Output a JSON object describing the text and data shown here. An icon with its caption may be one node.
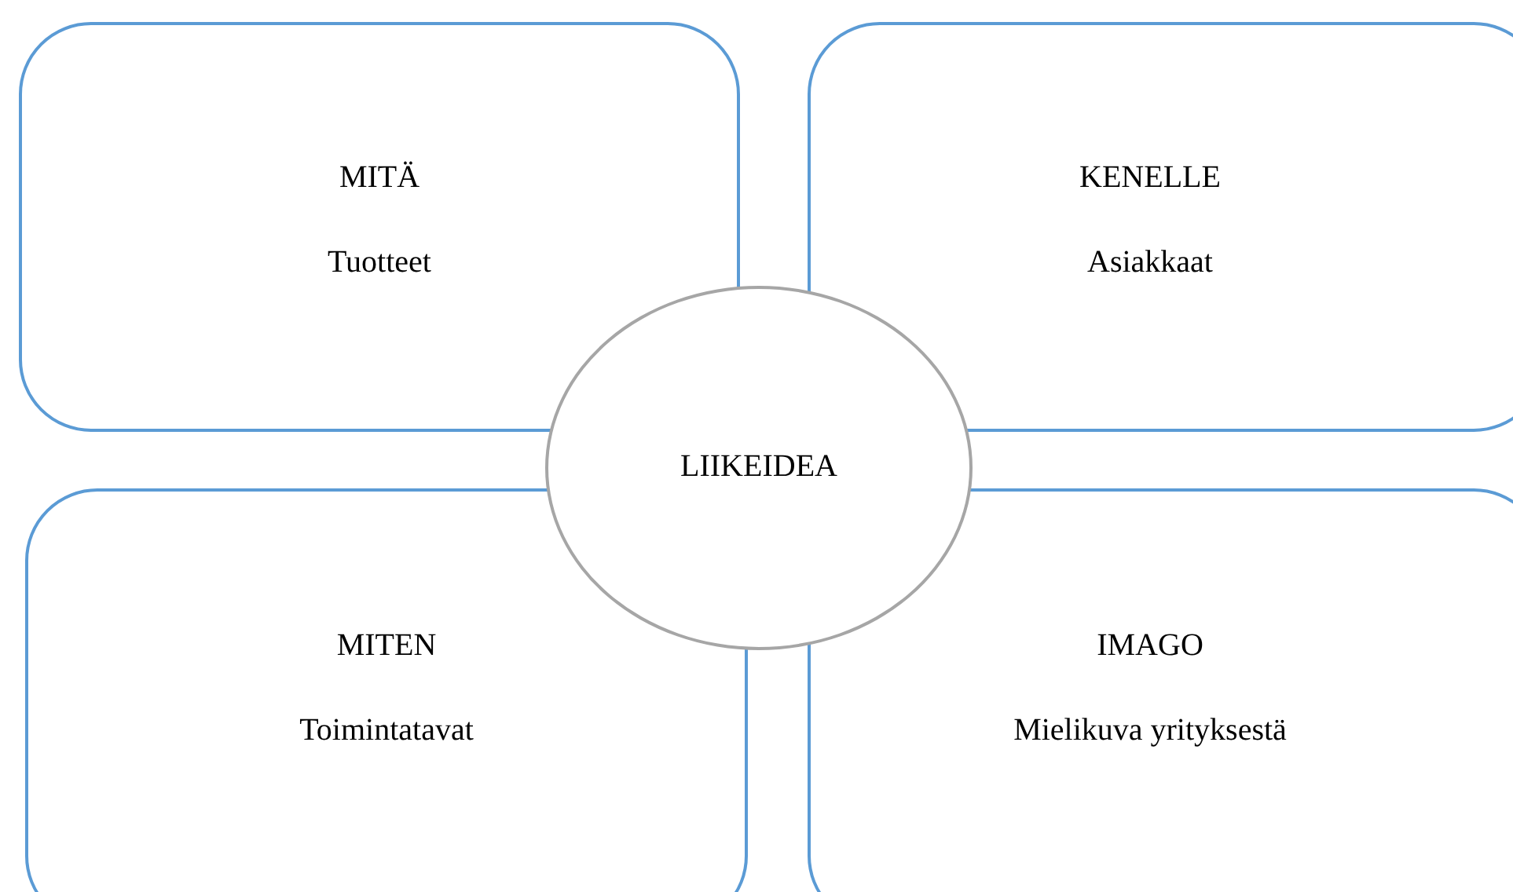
{
  "diagram": {
    "nodes": [
      {
        "text": [
          "MITÄ",
          "Tuotteet"
        ]
      },
      {
        "text": [
          "KENELLE",
          "Asiakkaat"
        ]
      },
      {
        "text": [
          "LIIKEIDEA"
        ]
      },
      {
        "text": [
          "MITEN",
          "Toimintatavat"
        ]
      },
      {
        "text": [
          "IMAGO",
          "Mielikuva yrityksestä"
        ]
      }
    ]
  }
}
